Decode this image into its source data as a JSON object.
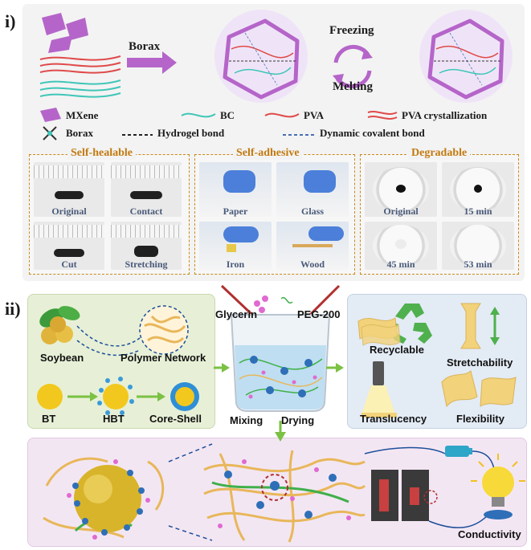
{
  "panel_i": {
    "label": "i)",
    "borax_arrow": "Borax",
    "freezing": "Freezing",
    "melting": "Melting",
    "legend": {
      "mxene": "MXene",
      "bc": "BC",
      "pva": "PVA",
      "pva_cryst": "PVA crystallization",
      "borax": "Borax",
      "hydrogel_bond": "Hydrogel bond",
      "dynamic_bond": "Dynamic covalent bond"
    },
    "self_healable": {
      "title": "Self-healable",
      "captions": [
        "Original",
        "Contact",
        "Cut",
        "Stretching"
      ]
    },
    "self_adhesive": {
      "title": "Self-adhesive",
      "captions": [
        "Paper",
        "Glass",
        "Iron",
        "Wood"
      ]
    },
    "degradable": {
      "title": "Degradable",
      "captions": [
        "Original",
        "15 min",
        "45 min",
        "53 min"
      ]
    }
  },
  "panel_ii": {
    "label": "ii)",
    "soybean": "Soybean",
    "polymer_network": "Polymer Network",
    "bt": "BT",
    "hbt": "HBT",
    "core_shell": "Core-Shell",
    "glycerin": "Glycerin",
    "peg": "PEG-200",
    "mixing": "Mixing",
    "drying": "Drying",
    "recyclable": "Recyclable",
    "stretchability": "Stretchability",
    "translucency": "Translucency",
    "flexibility": "Flexibility",
    "conductivity": "Conductivity"
  },
  "colors": {
    "mxene": "#b565c9",
    "bc": "#3fc6b8",
    "pva": "#e04a4a",
    "accent_orange": "#c27a10",
    "arrow_green": "#7bc143",
    "caption_blue": "#4a5a7a"
  }
}
